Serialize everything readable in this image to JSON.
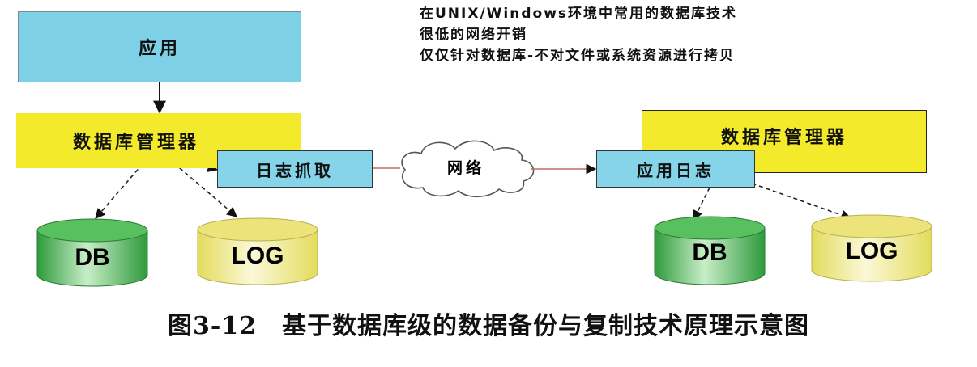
{
  "boxes": {
    "application": "应用",
    "dbms_left": "数据库管理器",
    "log_capture": "日志抓取",
    "network": "网络",
    "apply_log": "应用日志",
    "dbms_right": "数据库管理器"
  },
  "notes": [
    "在UNIX/Windows环境中常用的数据库技术",
    "很低的网络开销",
    "仅仅针对数据库-不对文件或系统资源进行拷贝"
  ],
  "cylinders": {
    "left_db": "DB",
    "left_log": "LOG",
    "right_db": "DB",
    "right_log": "LOG"
  },
  "colors": {
    "app_blue": "#7ed0e6",
    "dbms_yellow": "#f4ea2c",
    "db_green": "#3fae49",
    "log_yellow": "#f0ea8e"
  },
  "caption": "图3-12　基于数据库级的数据备份与复制技术原理示意图"
}
